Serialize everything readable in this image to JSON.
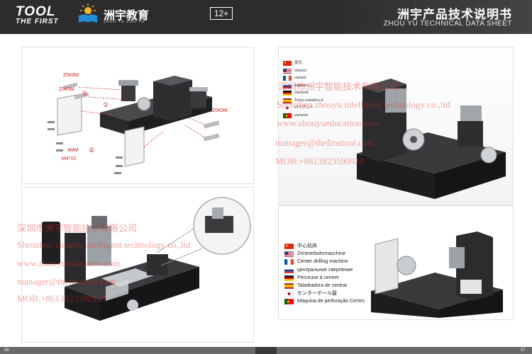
{
  "header": {
    "logo_line1": "TOOL",
    "logo_line2": "THE FIRST",
    "brand_cn": "洲宇教育",
    "brand_pinyin": "ZHOU YU JIAO YU",
    "page_box": "12+",
    "title_cn": "洲宇产品技术说明书",
    "title_en": "ZHOU YU TECHNICAL DATA SHEET"
  },
  "panel1": {
    "callouts": [
      "Z043M",
      "Z043M",
      "Z043M",
      "4MM",
      "M4*10"
    ],
    "steps": [
      "①",
      "①",
      "②"
    ]
  },
  "panel3_legend": [
    {
      "flag": "cn",
      "text": "变化"
    },
    {
      "flag": "us",
      "text": "Variant"
    },
    {
      "flag": "fr",
      "text": "variant"
    },
    {
      "flag": "ru",
      "text": "вариант"
    },
    {
      "flag": "de",
      "text": "Variante"
    },
    {
      "flag": "es",
      "text": "Torno metálico A"
    },
    {
      "flag": "jp",
      "text": "バリアント"
    },
    {
      "flag": "pt",
      "text": "variante"
    }
  ],
  "panel4_legend": [
    {
      "flag": "cn",
      "text": "中心钻床"
    },
    {
      "flag": "us",
      "text": "Zentrierbohrmaschine"
    },
    {
      "flag": "fr",
      "text": "Center drilling machine"
    },
    {
      "flag": "ru",
      "text": "центральное сверление"
    },
    {
      "flag": "de",
      "text": "Perceuse à centrer"
    },
    {
      "flag": "es",
      "text": "Taladradora de centrar"
    },
    {
      "flag": "jp",
      "text": "センターボール盤"
    },
    {
      "flag": "pt",
      "text": "Máquina de perfuração Centro"
    }
  ],
  "watermark": {
    "line1": "深圳市洲宇智能技术有限公司",
    "line2": "Shenzhen zhouyu intelligent technology co.,ltd",
    "line3": "www.zhouyueducation.com",
    "line4": "manager@thefirsttool.com",
    "line5": "MOB:+8613823590928"
  },
  "footer": {
    "page_left": "56",
    "page_right": "57"
  },
  "colors": {
    "header_bg": "#2c2c2e",
    "callout": "#d21f1f",
    "watermark": "#e62828"
  }
}
